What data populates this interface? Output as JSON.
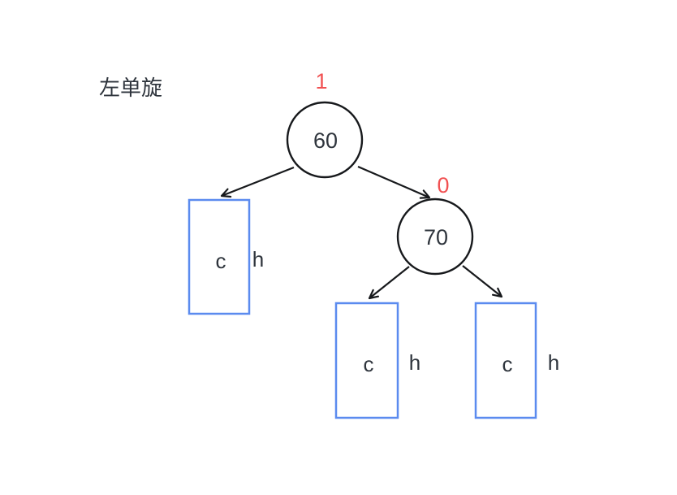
{
  "page": {
    "background": "#ffffff"
  },
  "diagram": {
    "title": "左单旋",
    "nodes": {
      "n60": {
        "value": "60",
        "balance_factor": "1"
      },
      "n70": {
        "value": "70",
        "balance_factor": "0"
      }
    },
    "subtrees": {
      "left_of_60": {
        "child_label": "c",
        "height_label": "h"
      },
      "left_of_70": {
        "child_label": "c",
        "height_label": "h"
      },
      "right_of_70": {
        "child_label": "c",
        "height_label": "h"
      }
    },
    "colors": {
      "edge_black": "#17191c",
      "node_text": "#2f353d",
      "balance_factor_red": "#f15152",
      "subtree_border_blue": "#5b8bef"
    }
  }
}
